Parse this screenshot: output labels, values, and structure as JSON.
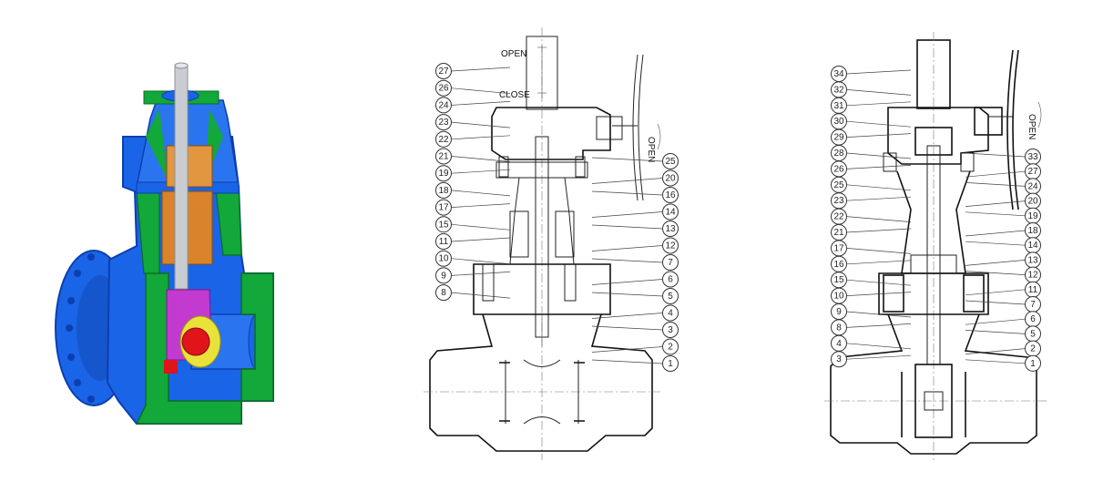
{
  "colors": {
    "body_blue": "#1a64e8",
    "body_blue_dark": "#0c3fae",
    "section_green": "#12a83a",
    "stem_gray": "#c9cdd2",
    "packing_orange": "#d9832a",
    "disc_magenta": "#c33ad1",
    "seat_red": "#e0141a",
    "seat_yellow": "#e8e23a",
    "line": "#222222"
  },
  "drawing_a": {
    "labels": {
      "open": "OPEN",
      "close": "CLOSE"
    },
    "left_callouts": [
      "27",
      "26",
      "24",
      "23",
      "22",
      "21",
      "19",
      "18",
      "17",
      "15",
      "11",
      "10",
      "9",
      "8"
    ],
    "right_callouts": [
      "25",
      "20",
      "16",
      "14",
      "13",
      "12",
      "7",
      "6",
      "5",
      "4",
      "3",
      "2",
      "1"
    ]
  },
  "drawing_b": {
    "labels": {
      "open": "OPEN"
    },
    "left_callouts": [
      "34",
      "32",
      "31",
      "30",
      "29",
      "28",
      "26",
      "25",
      "23",
      "22",
      "21",
      "17",
      "16",
      "15",
      "10",
      "9",
      "8",
      "4",
      "3"
    ],
    "right_callouts": [
      "33",
      "27",
      "24",
      "20",
      "19",
      "18",
      "14",
      "13",
      "12",
      "11",
      "7",
      "6",
      "5",
      "2",
      "1"
    ]
  }
}
